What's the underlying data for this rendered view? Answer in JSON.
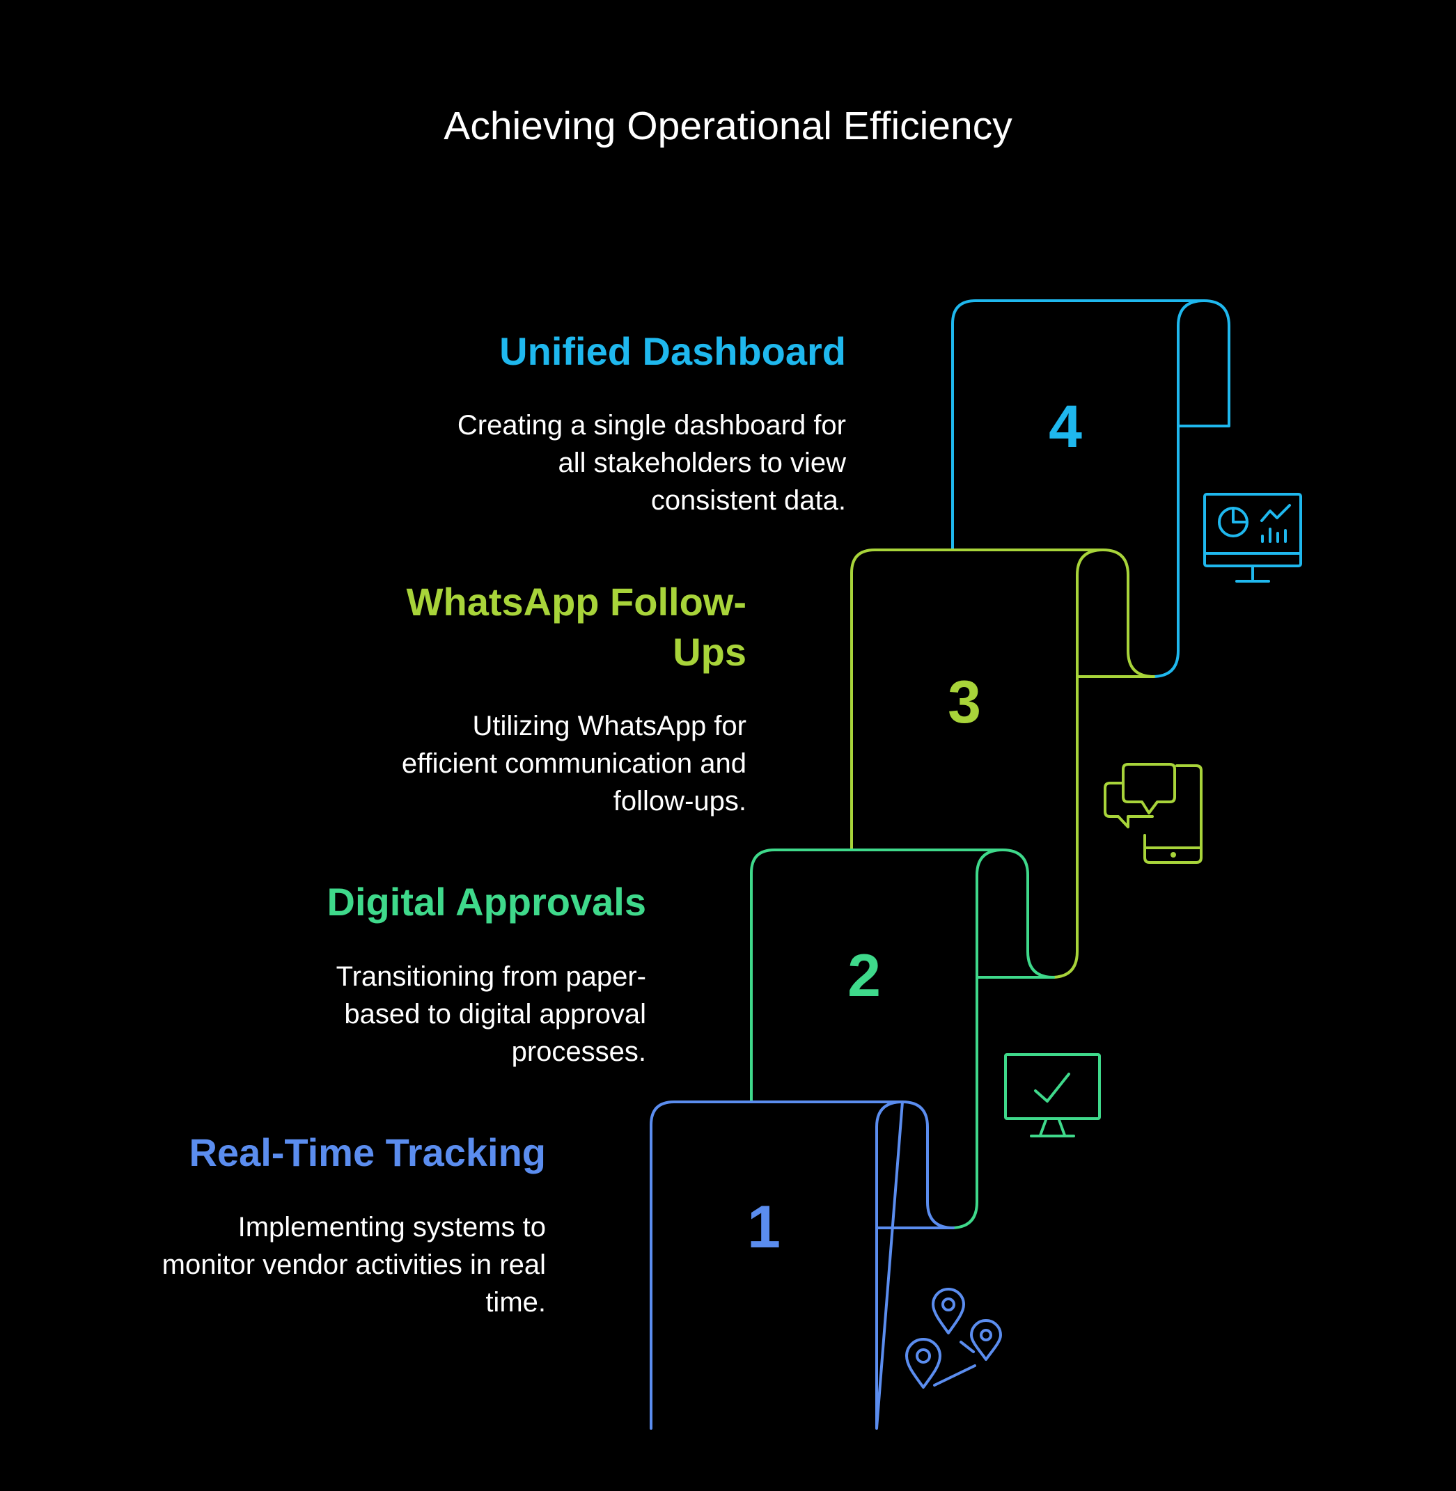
{
  "title": "Achieving Operational Efficiency",
  "colors": {
    "background": "#000000",
    "text": "#ffffff",
    "step1": "#5b8def",
    "step2": "#3fd98b",
    "step3": "#a8d43a",
    "step4": "#1fb8ee"
  },
  "steps": [
    {
      "number": "1",
      "title": "Real-Time Tracking",
      "description": "Implementing systems to monitor vendor activities in real time.",
      "icon": "map-pins-route-icon"
    },
    {
      "number": "2",
      "title": "Digital Approvals",
      "description": "Transitioning from paper-based to digital approval processes.",
      "icon": "monitor-checkmark-icon"
    },
    {
      "number": "3",
      "title": "WhatsApp Follow-Ups",
      "description": "Utilizing WhatsApp for efficient communication and follow-ups.",
      "icon": "chat-bubbles-phone-icon"
    },
    {
      "number": "4",
      "title": "Unified Dashboard",
      "description": "Creating a single dashboard for all stakeholders to view consistent data.",
      "icon": "dashboard-monitor-icon"
    }
  ]
}
